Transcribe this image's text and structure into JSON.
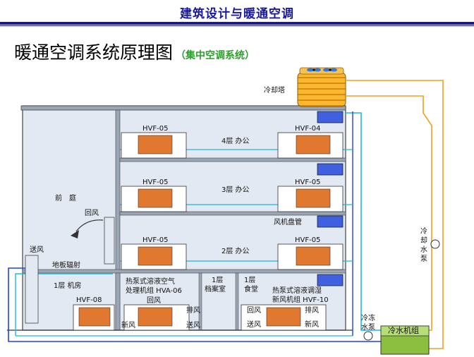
{
  "header": {
    "title": "建筑设计与暖通空调"
  },
  "page": {
    "title": "暖通空调系统原理图",
    "subtitle": "（集中空调系统）"
  },
  "labels": {
    "cooling_tower": "冷却塔",
    "atrium": "前　庭",
    "return_air_left": "回风",
    "supply_air_left": "送风",
    "floor_radiant": "地板辐射",
    "floor1_machine_room": "1层 机房",
    "floor4_office": "4层 办公",
    "floor3_office": "3层 办公",
    "floor2_office": "2层 办公",
    "fan_coil": "风机盘管",
    "floor1_archive_line1": "1层",
    "floor1_archive_line2": "档案室",
    "floor1_canteen_line1": "1层",
    "floor1_canteen_line2": "食堂",
    "hva_line1": "热泵式溶液空气",
    "hva_line2": "处理机组 HVA-06",
    "hvf10_line1": "热泵式溶液调湿",
    "hvf10_line2": "新风机组 HVF-10",
    "hva_return": "回风",
    "hva_exhaust": "排风",
    "hva_fresh": "新风",
    "hva_supply": "送风",
    "hvf10_return": "回风",
    "hvf10_exhaust": "排风",
    "hvf10_supply": "送风",
    "hvf10_fresh": "新风",
    "chilled_pump_line1": "冷冻",
    "chilled_pump_line2": "水泵",
    "chiller": "冷水机组",
    "cooling_pump": [
      "冷",
      "却",
      "水",
      "泵"
    ]
  },
  "units": {
    "f4_left": "HVF-05",
    "f4_right": "HVF-04",
    "f3_left": "HVF-05",
    "f3_right": "HVF-05",
    "f2_left": "HVF-05",
    "f2_right": "HVF-05",
    "f1_machine": "HVF-08"
  },
  "colors": {
    "header_blue": "#1a1a9e",
    "subtitle_green": "#2e9e2e",
    "cooling_water": "#f0a020",
    "chilled_water": "#20b8d8",
    "return_water": "#2040e0",
    "building_fill": "#e2e9f2",
    "chiller_green": "#8cbf3f",
    "tower_orange": "#f8b830"
  }
}
